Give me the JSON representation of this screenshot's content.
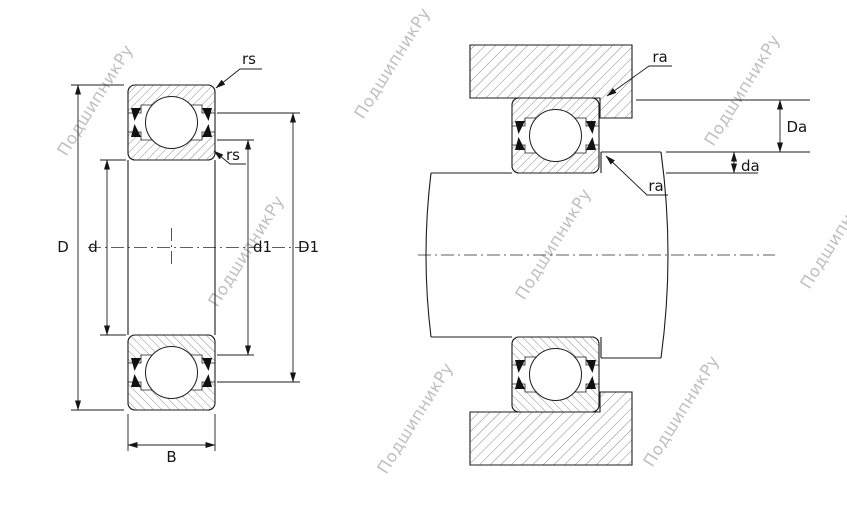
{
  "watermark": {
    "text": "ПодшипникРу"
  },
  "left_view": {
    "name": "bearing cross-section with boundary dimensions",
    "labels": {
      "rs_top": "rs",
      "rs_inner": "rs",
      "D": "D",
      "d": "d",
      "d1": "d1",
      "D1": "D1",
      "B": "B"
    }
  },
  "right_view": {
    "name": "bearing mounted on shaft in housing with abutment dimensions",
    "labels": {
      "ra_top": "ra",
      "ra_shaft": "ra",
      "Da": "Da",
      "da": "da"
    }
  }
}
